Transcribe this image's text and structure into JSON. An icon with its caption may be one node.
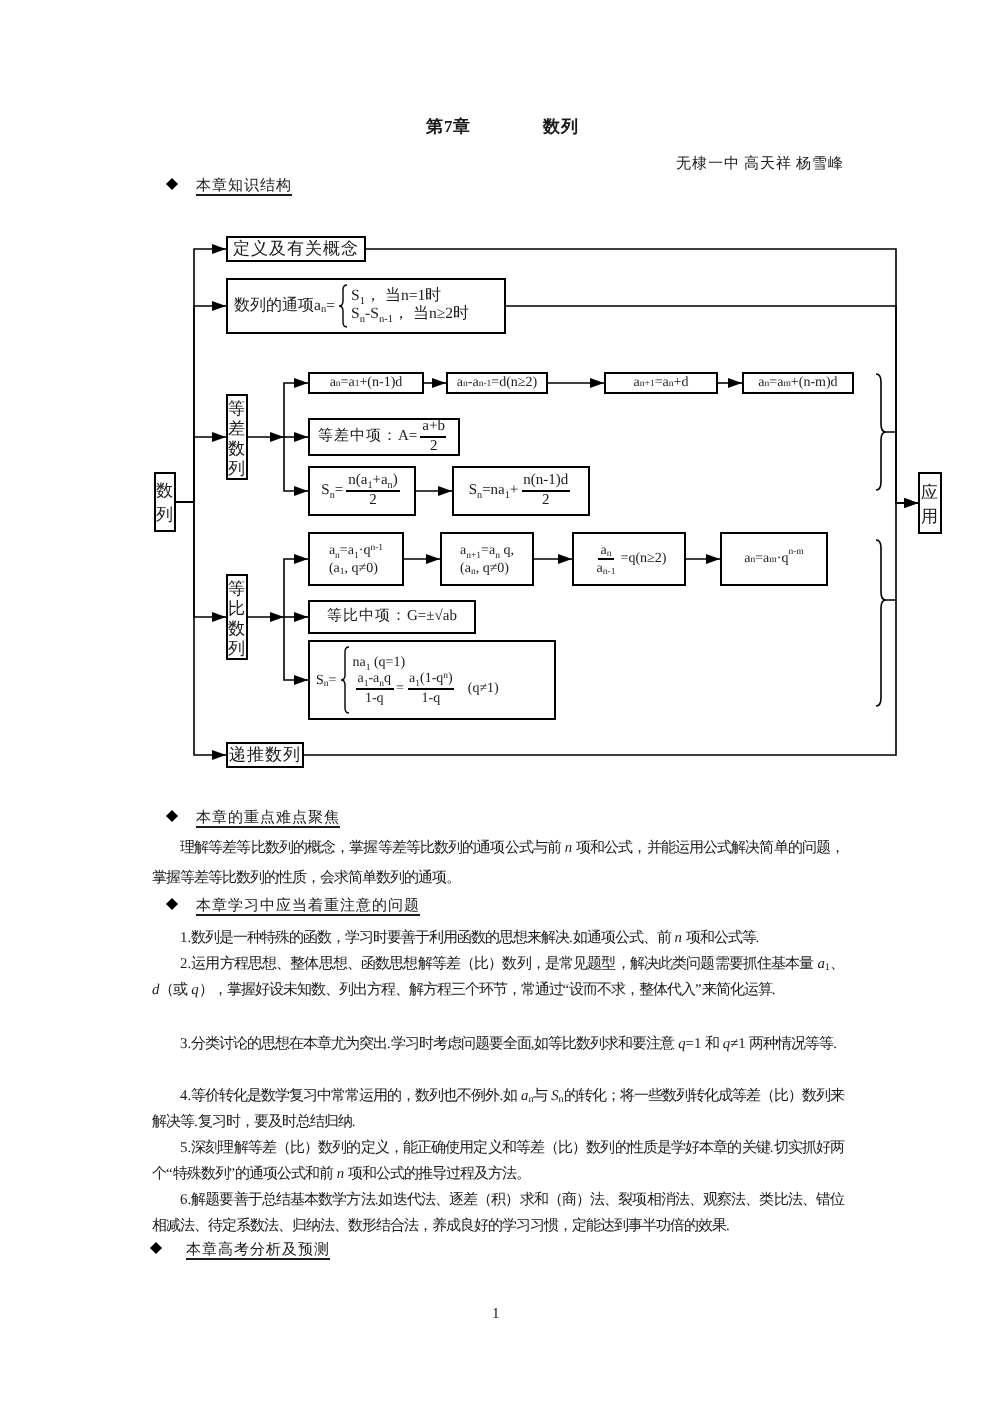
{
  "diagram": {
    "title": "第7章　　　　数列",
    "nodes": [
      {
        "text": [
          "数列"
        ]
      },
      {
        "text": [
          "定义及有关概念"
        ]
      },
      {
        "text": [
          "数列的通项a$_{n}$=",
          "S$_{1}$， 当n=1时",
          "S$_{n}$-S$_{n-1}$， 当n≥2时"
        ]
      },
      {
        "text": [
          "等差数列"
        ]
      },
      {
        "text": [
          "a$_{n}$=a$_{1}$+(n-1)d"
        ]
      },
      {
        "text": [
          "a$_{n}$-a$_{n-1}$=d(n≥2)"
        ]
      },
      {
        "text": [
          "a$_{n+1}$=a$_{n}$+d"
        ]
      },
      {
        "text": [
          "a$_{n}$=a$_{m}$+(n-m)d"
        ]
      },
      {
        "text": [
          "等差中项：A=",
          "a+b",
          "2"
        ]
      },
      {
        "text": [
          "S$_{n}$=",
          "n(a$_{1}$+a$_{n}$)",
          "2"
        ]
      },
      {
        "text": [
          "S$_{n}$=na$_{1}$+",
          "n(n-1)d",
          "2"
        ]
      },
      {
        "text": [
          "等比数列"
        ]
      },
      {
        "text": [
          "a$_{n}$=a$_{1}$·q$^{n-1}$",
          "(a$_{1}$, q≠0)"
        ]
      },
      {
        "text": [
          "a$_{n+1}$=a$_{n}$ q,",
          "(a$_{n}$, q≠0)"
        ]
      },
      {
        "text": [
          "a$_{n}$",
          "a$_{n-1}$",
          "=q(n≥2)"
        ]
      },
      {
        "text": [
          "a$_{n}$=a$_{m}$·q$^{n-m}$"
        ]
      },
      {
        "text": [
          "等比中项：G=±√ab"
        ]
      },
      {
        "text": [
          "S$_{n}$=",
          "na$_{1}$ (q=1)",
          "a$_{1}$-a$_{n}$q",
          "1-q",
          "=",
          "a$_{1}$(1-q$^{n}$)",
          "1-q",
          "(q≠1)"
        ]
      },
      {
        "text": [
          "递推数列"
        ]
      },
      {
        "text": [
          "应用"
        ]
      }
    ],
    "edges": [
      {
        "from": 0,
        "to": 1,
        "arrow": "to"
      },
      {
        "from": 0,
        "to": 2,
        "arrow": "to"
      },
      {
        "from": 0,
        "to": 3,
        "arrow": "to"
      },
      {
        "from": 0,
        "to": 11,
        "arrow": "to"
      },
      {
        "from": 0,
        "to": 18,
        "arrow": "to"
      },
      {
        "from": 3,
        "to": 4,
        "arrow": "to"
      },
      {
        "from": 3,
        "to": 8,
        "arrow": "to"
      },
      {
        "from": 3,
        "to": 9,
        "arrow": "to"
      },
      {
        "from": 4,
        "to": 5,
        "arrow": "to"
      },
      {
        "from": 5,
        "to": 6,
        "arrow": "to"
      },
      {
        "from": 6,
        "to": 7,
        "arrow": "to"
      },
      {
        "from": 9,
        "to": 10,
        "arrow": "to"
      },
      {
        "from": 11,
        "to": 12,
        "arrow": "to"
      },
      {
        "from": 11,
        "to": 16,
        "arrow": "to"
      },
      {
        "from": 11,
        "to": 17,
        "arrow": "to"
      },
      {
        "from": 12,
        "to": 13,
        "arrow": "to"
      },
      {
        "from": 13,
        "to": 14,
        "arrow": "to"
      },
      {
        "from": 14,
        "to": 15,
        "arrow": "to"
      },
      {
        "from": 1,
        "to": 19,
        "arrow": "to"
      },
      {
        "from": 2,
        "to": 19,
        "arrow": "to"
      },
      {
        "from": 18,
        "to": 19,
        "arrow": "to"
      }
    ],
    "labels": [
      "无棣一中 高天祥 杨雪峰",
      "本章知识结构",
      "本章的重点难点聚焦",
      "理解等差等比数列的概念，掌握等差等比数列的通项公式与前 *n* 项和公式，并能运用公式解决简单的问题，掌握等差等比数列的性质，会求简单数列的通项。",
      "本章学习中应当着重注意的问题",
      "1.数列是一种特殊的函数，学习时要善于利用函数的思想来解决.如通项公式、前 *n* 项和公式等.",
      "2.运用方程思想、整体思想、函数思想解等差（比）数列，是常见题型，解决此类问题需要抓住基本量 *a*$_{1}$、*d*（或 *q*），掌握好设未知数、列出方程、解方程三个环节，常通过“设而不求，整体代入”来简化运算.",
      "3.分类讨论的思想在本章尤为突出.学习时考虑问题要全面,如等比数列求和要注意 *q*=1 和 *q*≠1 两种情况等等.",
      "4.等价转化是数学复习中常常运用的，数列也不例外.如 *a*$_{n}$与 *S*$_{n}$的转化；将一些数列转化成等差（比）数列来解决等.复习时，要及时总结归纳.",
      "5.深刻理解等差（比）数列的定义，能正确使用定义和等差（比）数列的性质是学好本章的关键.切实抓好两个“特殊数列”的通项公式和前 *n* 项和公式的推导过程及方法。",
      "6.解题要善于总结基本数学方法.如迭代法、逐差（积）求和（商）法、裂项相消法、观察法、类比法、错位相减法、待定系数法、归纳法、数形结合法，养成良好的学习习惯，定能达到事半功倍的效果.",
      "本章高考分析及预测",
      "1"
    ]
  }
}
